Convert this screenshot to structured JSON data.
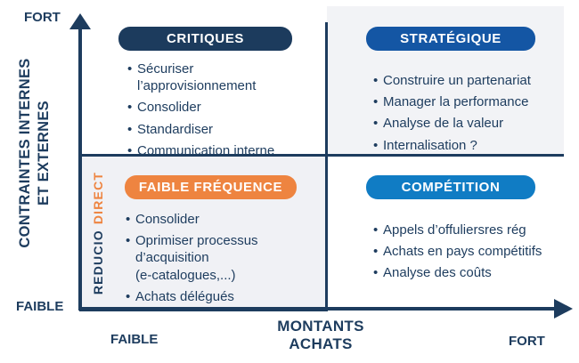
{
  "colors": {
    "navy": "#1d3c5e",
    "critiques_bg": "#1c3b5d",
    "strategique_bg": "#1456a4",
    "competition_bg": "#107cc4",
    "orange": "#ee8440",
    "panel_bg": "#f2f3f6"
  },
  "y_axis": {
    "title": "CONTRAINTES INTERNES\nET EXTERNES",
    "label_top": "FORT",
    "label_bottom": "FAIBLE"
  },
  "x_axis": {
    "title": "MONTANTS\nACHATS",
    "label_left": "FAIBLE",
    "label_right": "FORT"
  },
  "quadrants": {
    "critiques": {
      "title": "CRITIQUES",
      "items": [
        "Sécuriser\nl’approvisionnement",
        "Consolider",
        "Standardiser",
        "Communication interne"
      ]
    },
    "strategique": {
      "title": "STRATÉGIQUE",
      "items": [
        "Construire un partenariat",
        "Manager la performance",
        "Analyse de la valeur",
        "Internalisation ?"
      ]
    },
    "faible_frequence": {
      "title": "FAIBLE FRÉQUENCE",
      "side_label_part1": "REDUCIO",
      "side_label_part2": "DIRECT",
      "items": [
        "Consolider",
        "Oprimiser processus\nd’acquisition\n(e-catalogues,...)",
        "Achats délégués"
      ]
    },
    "competition": {
      "title": "COMPÉTITION",
      "items": [
        "Appels d’offuliersres rég",
        "Achats en pays compétitifs",
        "Analyse des coûts"
      ]
    }
  }
}
